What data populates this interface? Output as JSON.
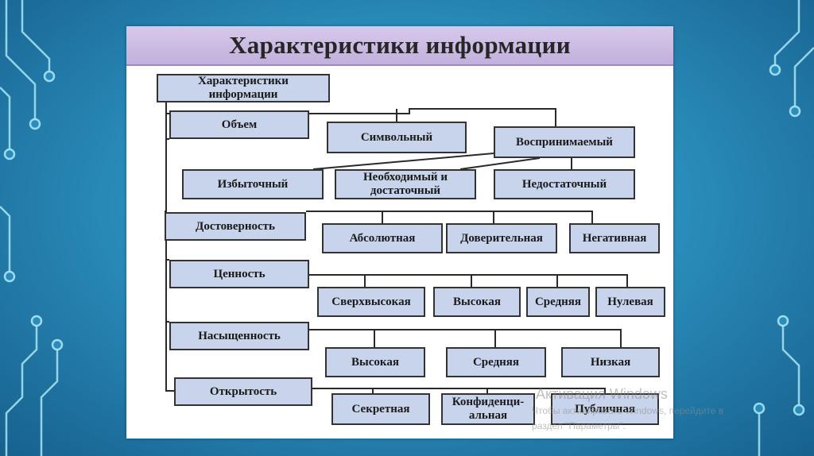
{
  "slide": {
    "title": "Характеристики информации"
  },
  "diagram": {
    "root": "Характеристики\nинформации",
    "volume": {
      "label": "Объем",
      "types": [
        "Символьный",
        "Воспринимаемый"
      ],
      "perceived": [
        "Избыточный",
        "Необходимый и\nдостаточный",
        "Недостаточный"
      ]
    },
    "reliability": {
      "label": "Достоверность",
      "items": [
        "Абсолютная",
        "Доверительная",
        "Негативная"
      ]
    },
    "value": {
      "label": "Ценность",
      "items": [
        "Сверхвысокая",
        "Высокая",
        "Средняя",
        "Нулевая"
      ]
    },
    "saturation": {
      "label": "Насыщенность",
      "items": [
        "Высокая",
        "Средняя",
        "Низкая"
      ]
    },
    "openness": {
      "label": "Открытость",
      "items": [
        "Секретная",
        "Конфиденци-\nальная",
        "Публичная"
      ]
    }
  },
  "watermark": {
    "line1": "Активация Windows",
    "line2": "Чтобы активировать Windows, перейдите в",
    "line3": "раздел \"Параметры\"."
  },
  "colors": {
    "box_fill": "#c8d4ec",
    "title_bar": "#c9b9e0",
    "background": "#2b8fbd"
  }
}
